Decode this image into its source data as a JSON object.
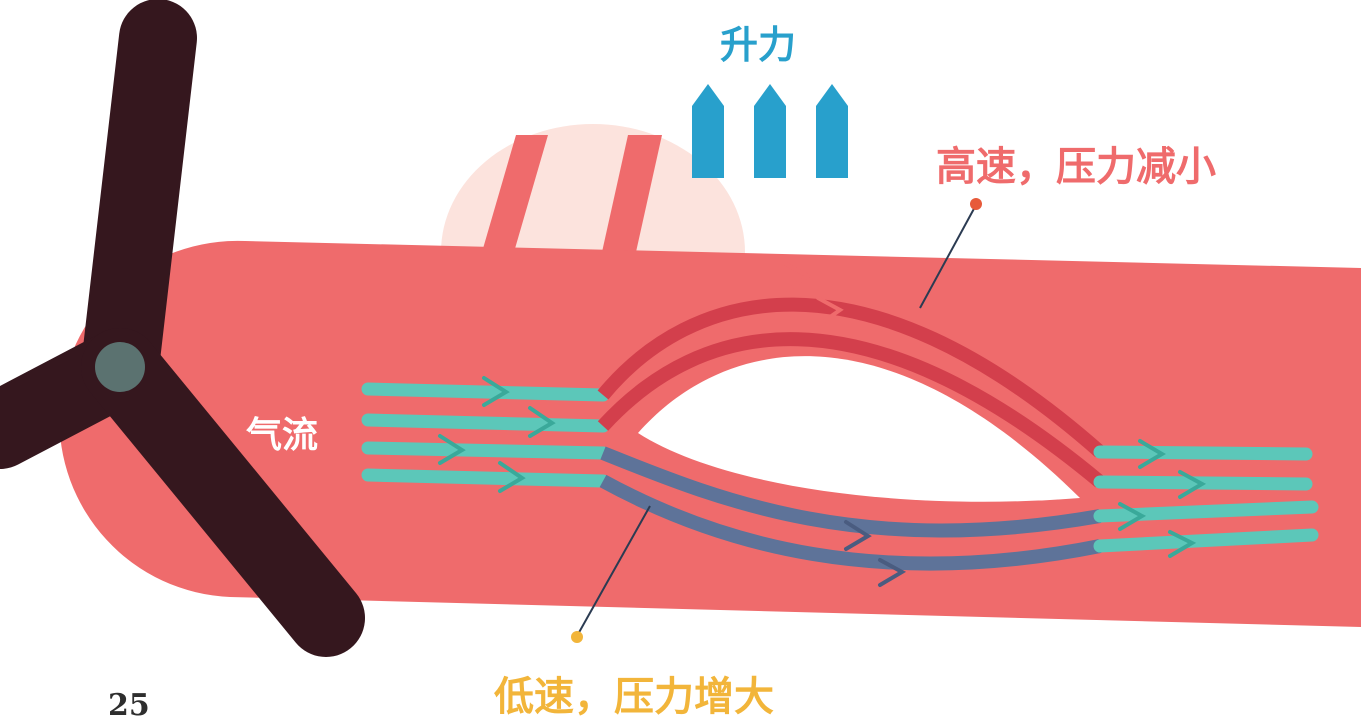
{
  "labels": {
    "lift": "升力",
    "high_speed": "高速，压力减小",
    "low_speed": "低速，压力增大",
    "airflow": "气流"
  },
  "page_number": "25",
  "icons": [
    "propeller-icon",
    "lift-arrow-icon",
    "airfoil-icon"
  ],
  "colors": {
    "band": "#ef6b6c",
    "propeller": "#35171e",
    "hub": "#5b7270",
    "lift_arrow": "#28a0cc",
    "upper_flow": "#d33f4c",
    "lower_flow": "#5e7399",
    "free_flow": "#5cc7b9",
    "high_pressure_label": "#ef6b6c",
    "low_pressure_label": "#f2b53a",
    "blob": "#fce3dd"
  }
}
